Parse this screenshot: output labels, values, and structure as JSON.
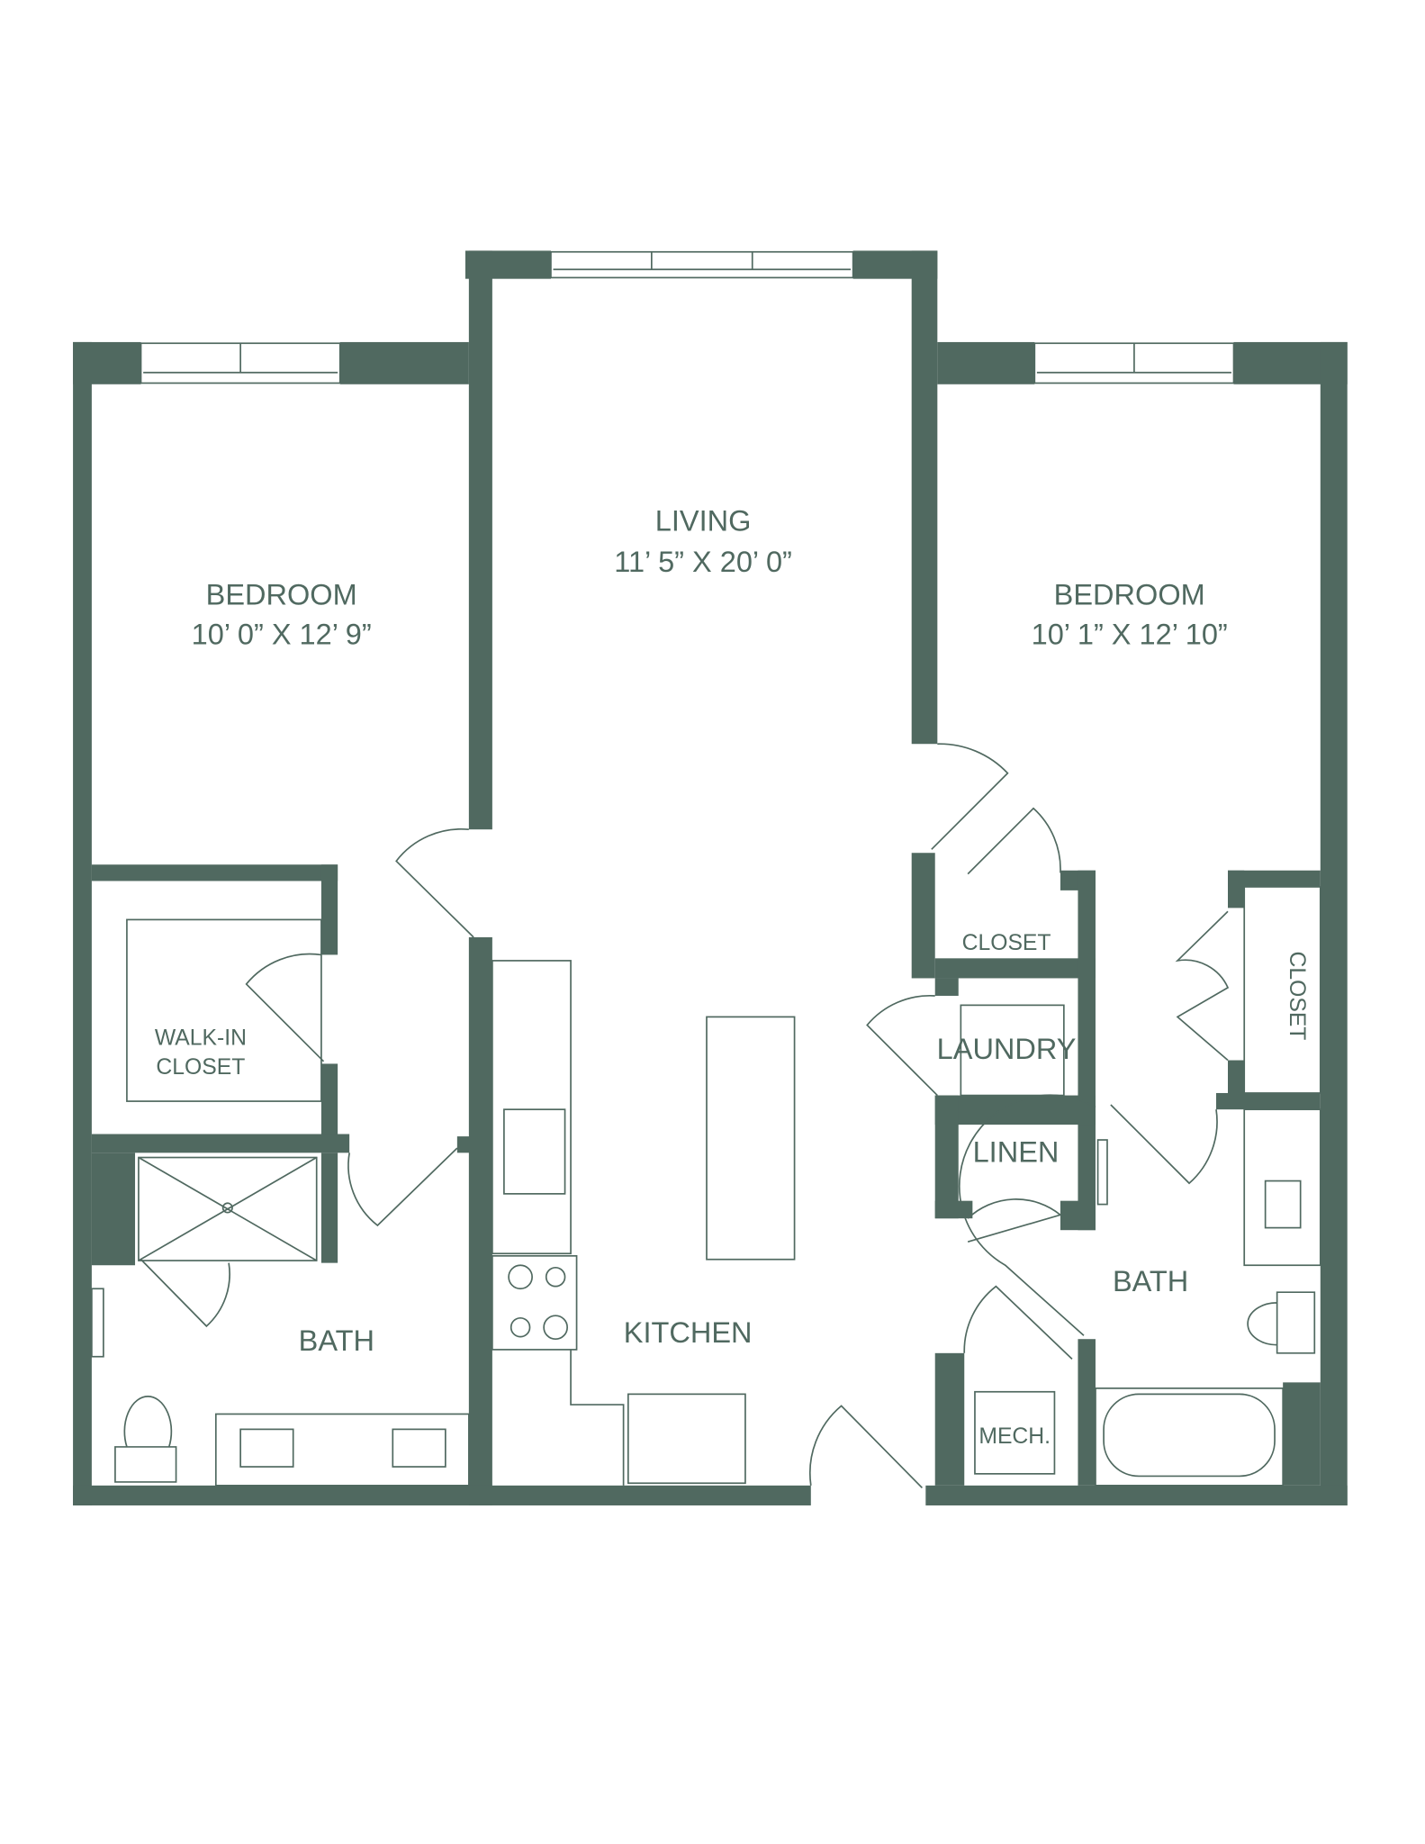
{
  "colors": {
    "wall": "#506960",
    "background": "#ffffff"
  },
  "rooms": {
    "living": {
      "name": "LIVING",
      "dims": "11’ 5” X 20’ 0”"
    },
    "bedroom_left": {
      "name": "BEDROOM",
      "dims": "10’ 0” X 12’ 9”"
    },
    "bedroom_right": {
      "name": "BEDROOM",
      "dims": "10’ 1” X 12’ 10”"
    },
    "walk_in_closet": {
      "line1": "WALK-IN",
      "line2": "CLOSET"
    },
    "bath_left": {
      "name": "BATH"
    },
    "kitchen": {
      "name": "KITCHEN"
    },
    "closet_center": {
      "name": "CLOSET"
    },
    "laundry": {
      "name": "LAUNDRY"
    },
    "linen": {
      "name": "LINEN"
    },
    "bath_right": {
      "name": "BATH"
    },
    "mech": {
      "name": "MECH."
    },
    "closet_right": {
      "name": "CLOSET"
    }
  }
}
